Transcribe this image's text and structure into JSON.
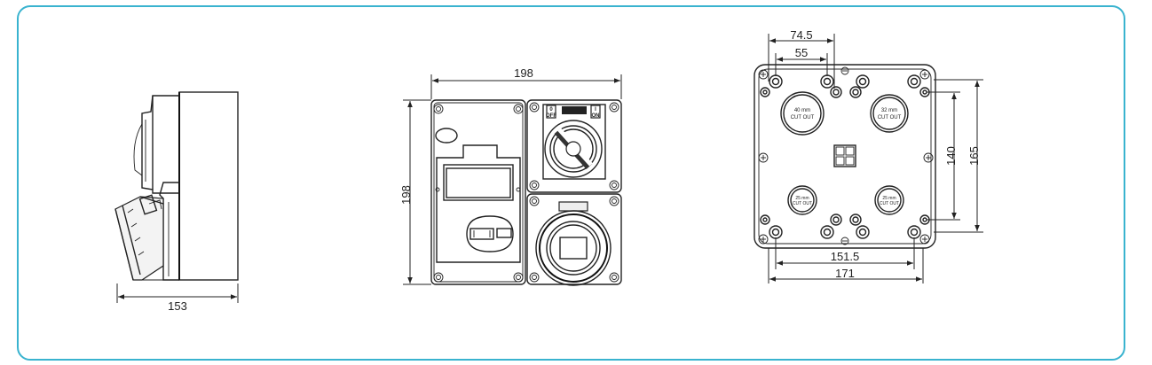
{
  "dimensions": {
    "side_width": "153",
    "front_width": "198",
    "front_height": "198",
    "rear_74_5": "74.5",
    "rear_55": "55",
    "rear_151_5": "151.5",
    "rear_171": "171",
    "rear_140": "140",
    "rear_165": "165"
  },
  "switch_labels": {
    "off_num": "0",
    "off_text": "OFF",
    "on_num": "I",
    "on_text": "ON"
  },
  "cutouts": [
    {
      "size": "40 mm",
      "text": "CUT OUT"
    },
    {
      "size": "32 mm",
      "text": "CUT OUT"
    },
    {
      "size": "25 mm",
      "text": "CUT OUT"
    },
    {
      "size": "25 mm",
      "text": "CUT OUT"
    }
  ],
  "colors": {
    "frame": "#39b3cf",
    "line": "#222222"
  }
}
